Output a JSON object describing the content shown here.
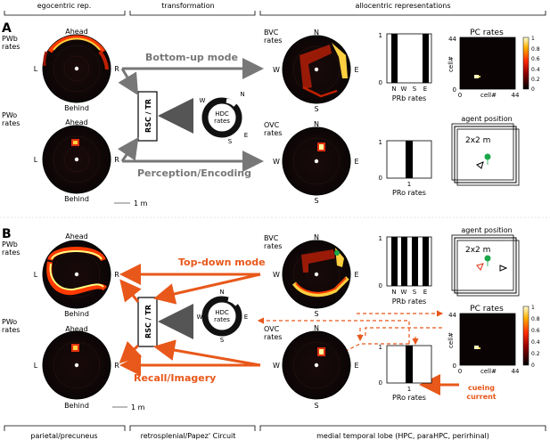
{
  "header": {
    "egocentric": "egocentric rep.",
    "transformation": "transformation",
    "allocentric": "allocentric representations"
  },
  "footer": {
    "parietal": "parietal/precuneus",
    "retrosplenial": "retrosplenial/Papez' Circuit",
    "mtl": "medial temporal lobe (HPC, paraHPC, perirhinal)"
  },
  "panels": {
    "A": {
      "letter": "A",
      "pwb": {
        "line1": "PWb",
        "line2": "rates",
        "top": "Ahead",
        "bottom": "Behind",
        "left": "L",
        "right": "R"
      },
      "pwo": {
        "line1": "PWo",
        "line2": "rates",
        "top": "Ahead",
        "bottom": "Behind",
        "left": "L",
        "right": "R"
      },
      "flow_top": "Bottom-up mode",
      "flow_bottom": "Perception/Encoding",
      "rsc": "RSC / TR",
      "hdc": {
        "line1": "HDC",
        "line2": "rates",
        "n": "N",
        "s": "S",
        "e": "E",
        "w": "W"
      },
      "bvc": {
        "line1": "BVC",
        "line2": "rates",
        "n": "N",
        "s": "S",
        "e": "E",
        "w": "W"
      },
      "ovc": {
        "line1": "OVC",
        "line2": "rates",
        "n": "N",
        "s": "S",
        "e": "E",
        "w": "W"
      },
      "prb": {
        "title": "PRb rates",
        "ticks": [
          "N",
          "W",
          "S",
          "E"
        ],
        "y_top": "1",
        "y_bottom": "0"
      },
      "pro": {
        "title": "PRo rates",
        "tick": "1",
        "y_top": "1",
        "y_bottom": "0"
      },
      "pc": {
        "title": "PC rates",
        "xlabel": "cell#",
        "ylabel": "cell#",
        "x0": "0",
        "x1": "44",
        "y0": "0",
        "y1": "44",
        "cbar": [
          "1",
          "0.8",
          "0.6",
          "0.4",
          "0.2",
          "0"
        ]
      },
      "agent": {
        "title": "agent position",
        "room": "2x2 m"
      },
      "scale": "1 m"
    },
    "B": {
      "letter": "B",
      "pwb": {
        "line1": "PWb",
        "line2": "rates",
        "top": "Ahead",
        "bottom": "Behind",
        "left": "L",
        "right": "R"
      },
      "pwo": {
        "line1": "PWo",
        "line2": "rates",
        "top": "Ahead",
        "bottom": "Behind",
        "left": "L",
        "right": "R"
      },
      "flow_top": "Top-down mode",
      "flow_bottom": "Recall/Imagery",
      "rsc": "RSC / TR",
      "hdc": {
        "line1": "HDC",
        "line2": "rates",
        "n": "N",
        "s": "S",
        "e": "E",
        "w": "W"
      },
      "bvc": {
        "line1": "BVC",
        "line2": "rates",
        "n": "N",
        "s": "S",
        "e": "E",
        "w": "W"
      },
      "ovc": {
        "line1": "OVC",
        "line2": "rates",
        "n": "N",
        "s": "S",
        "e": "E",
        "w": "W"
      },
      "prb": {
        "title": "PRb rates",
        "ticks": [
          "N",
          "W",
          "S",
          "E"
        ],
        "y_top": "1",
        "y_bottom": "0"
      },
      "pro": {
        "title": "PRo rates",
        "tick": "1",
        "y_top": "1",
        "y_bottom": "0"
      },
      "pc": {
        "title": "PC rates",
        "xlabel": "cell#",
        "ylabel": "cell#",
        "x0": "0",
        "x1": "44",
        "y0": "0",
        "y1": "44",
        "cbar": [
          "1",
          "0.8",
          "0.6",
          "0.4",
          "0.2",
          "0"
        ]
      },
      "agent": {
        "title": "agent position",
        "room": "2x2 m"
      },
      "cue_line1": "cueing",
      "cue_line2": "current",
      "scale": "1 m"
    }
  },
  "colors": {
    "gray_flow": "#777777",
    "orange_flow": "#e8581a",
    "agent_green": "#1aa64a",
    "hot_bright": "#ffff66",
    "hot_mid": "#e03010"
  }
}
